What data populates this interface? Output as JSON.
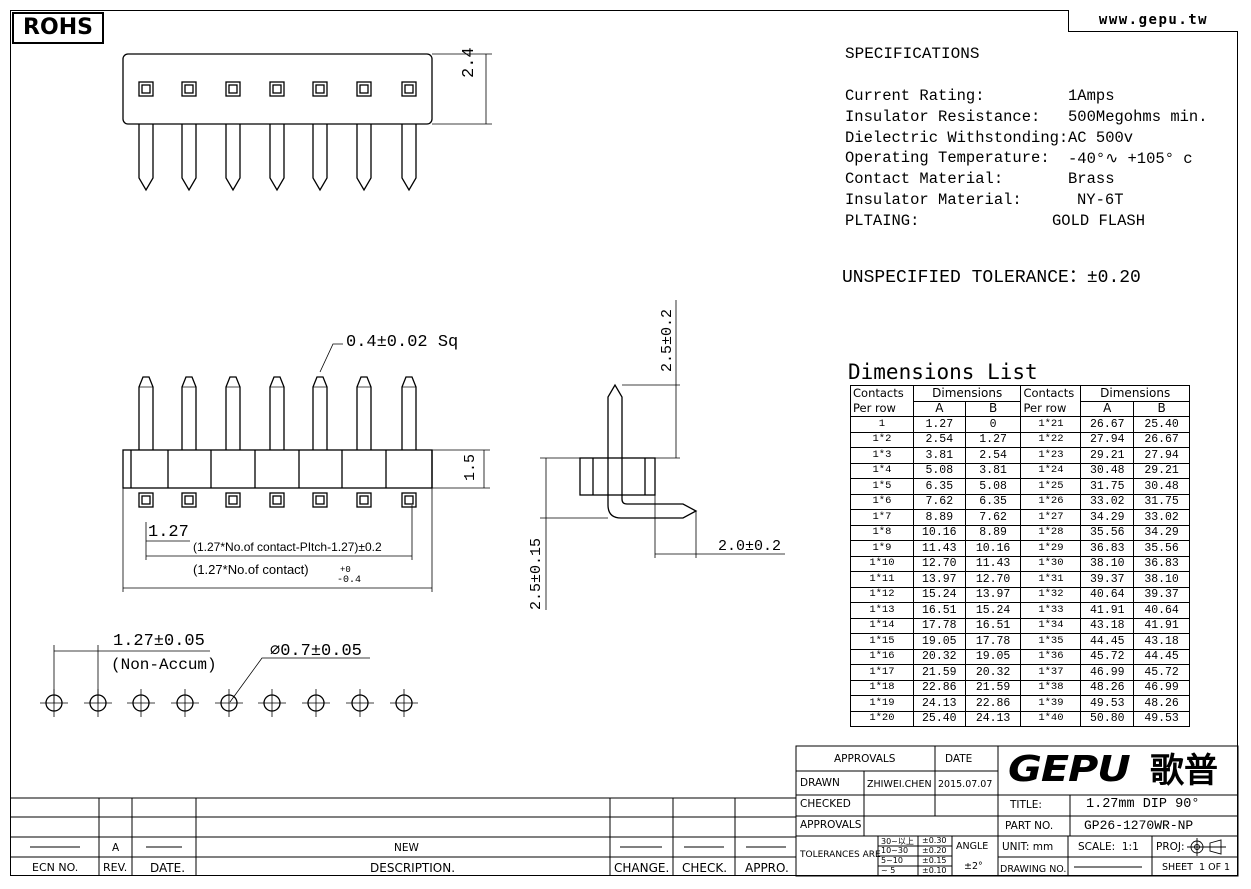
{
  "header": {
    "rohs_label": "ROHS",
    "website": "www.gepu.tw"
  },
  "specifications": {
    "title": "SPECIFICATIONS",
    "rows": [
      {
        "label": "Current Rating:",
        "value": "1Amps"
      },
      {
        "label": "Insulator Resistance:",
        "value": "500Megohms min."
      },
      {
        "label": "Dielectric Withstonding:",
        "value": "AC 500v"
      },
      {
        "label": "Operating Temperature:",
        "value": "-40°∿ +105° c"
      },
      {
        "label": "Contact Material:",
        "value": "Brass"
      },
      {
        "label": "Insulator Material:",
        "value": "NY-6T"
      },
      {
        "label": "PLTAING:",
        "value": "GOLD FLASH"
      }
    ],
    "tolerance": "UNSPECIFIED TOLERANCE：±0.20"
  },
  "drawing": {
    "dim_height_top": "2.4",
    "dim_pin_square": "0.4±0.02 Sq",
    "dim_body_height": "1.5",
    "dim_pitch": "1.27",
    "dim_formula_a": "(1.27*No.of contact-PItch-1.27)±0.2",
    "dim_formula_b": "(1.27*No.of contact)",
    "dim_formula_b_tol_plus": "+0",
    "dim_formula_b_tol_minus": "-0.4",
    "dim_side_top": "2.5±0.2",
    "dim_side_bottom": "2.5±0.15",
    "dim_side_right": "2.0±0.2",
    "dim_hole_pitch": "1.27±0.05",
    "dim_hole_pitch_note": "(Non-Accum)",
    "dim_hole_dia": "∅0.7±0.05"
  },
  "dimensions_list": {
    "title": "Dimensions List",
    "col_contacts_1": "Contacts",
    "col_contacts_2": "Per row",
    "col_dimensions": "Dimensions",
    "col_a": "A",
    "col_b": "B",
    "rows_left": [
      [
        "1",
        "1.27",
        "0"
      ],
      [
        "1*2",
        "2.54",
        "1.27"
      ],
      [
        "1*3",
        "3.81",
        "2.54"
      ],
      [
        "1*4",
        "5.08",
        "3.81"
      ],
      [
        "1*5",
        "6.35",
        "5.08"
      ],
      [
        "1*6",
        "7.62",
        "6.35"
      ],
      [
        "1*7",
        "8.89",
        "7.62"
      ],
      [
        "1*8",
        "10.16",
        "8.89"
      ],
      [
        "1*9",
        "11.43",
        "10.16"
      ],
      [
        "1*10",
        "12.70",
        "11.43"
      ],
      [
        "1*11",
        "13.97",
        "12.70"
      ],
      [
        "1*12",
        "15.24",
        "13.97"
      ],
      [
        "1*13",
        "16.51",
        "15.24"
      ],
      [
        "1*14",
        "17.78",
        "16.51"
      ],
      [
        "1*15",
        "19.05",
        "17.78"
      ],
      [
        "1*16",
        "20.32",
        "19.05"
      ],
      [
        "1*17",
        "21.59",
        "20.32"
      ],
      [
        "1*18",
        "22.86",
        "21.59"
      ],
      [
        "1*19",
        "24.13",
        "22.86"
      ],
      [
        "1*20",
        "25.40",
        "24.13"
      ]
    ],
    "rows_right": [
      [
        "1*21",
        "26.67",
        "25.40"
      ],
      [
        "1*22",
        "27.94",
        "26.67"
      ],
      [
        "1*23",
        "29.21",
        "27.94"
      ],
      [
        "1*24",
        "30.48",
        "29.21"
      ],
      [
        "1*25",
        "31.75",
        "30.48"
      ],
      [
        "1*26",
        "33.02",
        "31.75"
      ],
      [
        "1*27",
        "34.29",
        "33.02"
      ],
      [
        "1*28",
        "35.56",
        "34.29"
      ],
      [
        "1*29",
        "36.83",
        "35.56"
      ],
      [
        "1*30",
        "38.10",
        "36.83"
      ],
      [
        "1*31",
        "39.37",
        "38.10"
      ],
      [
        "1*32",
        "40.64",
        "39.37"
      ],
      [
        "1*33",
        "41.91",
        "40.64"
      ],
      [
        "1*34",
        "43.18",
        "41.91"
      ],
      [
        "1*35",
        "44.45",
        "43.18"
      ],
      [
        "1*36",
        "45.72",
        "44.45"
      ],
      [
        "1*37",
        "46.99",
        "45.72"
      ],
      [
        "1*38",
        "48.26",
        "46.99"
      ],
      [
        "1*39",
        "49.53",
        "48.26"
      ],
      [
        "1*40",
        "50.80",
        "49.53"
      ]
    ]
  },
  "title_block": {
    "approvals": "APPROVALS",
    "date": "DATE",
    "drawn": "DRAWN",
    "drawn_by": "ZHIWEI.CHEN",
    "drawn_date": "2015.07.07",
    "checked": "CHECKED",
    "approvals2": "APPROVALS",
    "tolerances_are": "TOLERANCES ARE",
    "tol_rows": [
      {
        "range": "30~以上",
        "tol": "±0.30"
      },
      {
        "range": "10~30",
        "tol": "±0.20"
      },
      {
        "range": "5~10",
        "tol": "±0.15"
      },
      {
        "range": "~ 5",
        "tol": "±0.10"
      }
    ],
    "angle": "ANGLE",
    "angle_tol": "±2°",
    "logo": "GEPU",
    "logo_cn": "歌普",
    "title_label": "TITLE:",
    "title_value": "1.27mm DIP 90°",
    "part_no_label": "PART NO.",
    "part_no_value": "GP26-1270WR-NP",
    "unit": "UNIT: mm",
    "scale": "SCALE:  1:1",
    "proj": "PROJ:",
    "drawing_no": "DRAWING NO.",
    "sheet": "SHEET  1 OF 1"
  },
  "revision_block": {
    "rev_value": "A",
    "new": "NEW",
    "ecn_no": "ECN NO.",
    "rev": "REV.",
    "date": "DATE.",
    "description": "DESCRIPTION.",
    "change": "CHANGE.",
    "check": "CHECK.",
    "appro": "APPRO."
  }
}
